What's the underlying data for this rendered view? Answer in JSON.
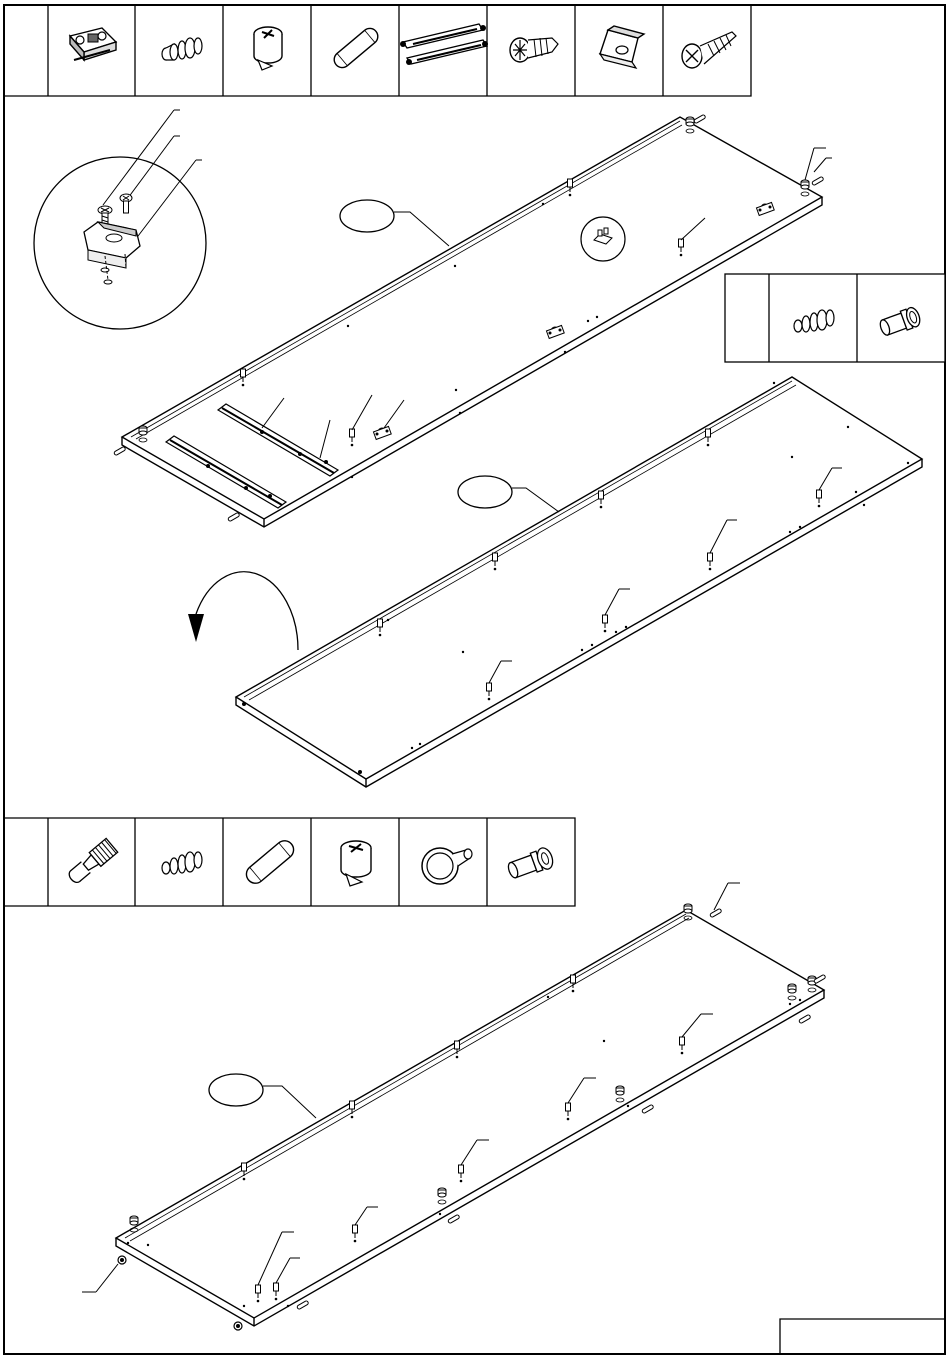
{
  "sheet": {
    "title": "",
    "page_number": ""
  },
  "parts_tables": [
    {
      "id": "top-parts",
      "items": [
        {
          "icon": "hinge-plate-icon"
        },
        {
          "icon": "plastic-dowel-icon"
        },
        {
          "icon": "cam-lock-icon"
        },
        {
          "icon": "wood-dowel-icon"
        },
        {
          "icon": "drawer-runner-icon"
        },
        {
          "icon": "flat-head-screw-icon"
        },
        {
          "icon": "corner-bracket-icon"
        },
        {
          "icon": "countersunk-screw-icon"
        }
      ]
    },
    {
      "id": "side-parts",
      "items": [
        {
          "icon": "plastic-dowel-icon"
        },
        {
          "icon": "cam-sleeve-icon"
        }
      ]
    },
    {
      "id": "bottom-parts",
      "items": [
        {
          "icon": "cam-bolt-icon"
        },
        {
          "icon": "plastic-dowel-icon"
        },
        {
          "icon": "wood-dowel-icon"
        },
        {
          "icon": "cam-lock-icon"
        },
        {
          "icon": "knob-icon"
        },
        {
          "icon": "cam-sleeve-icon"
        }
      ]
    }
  ],
  "steps": [
    {
      "id": "panel-1",
      "label": ""
    },
    {
      "id": "panel-2",
      "label": ""
    },
    {
      "id": "panel-3",
      "label": ""
    }
  ],
  "annotations": {
    "flip_arrow": "rotate-panel-icon"
  }
}
